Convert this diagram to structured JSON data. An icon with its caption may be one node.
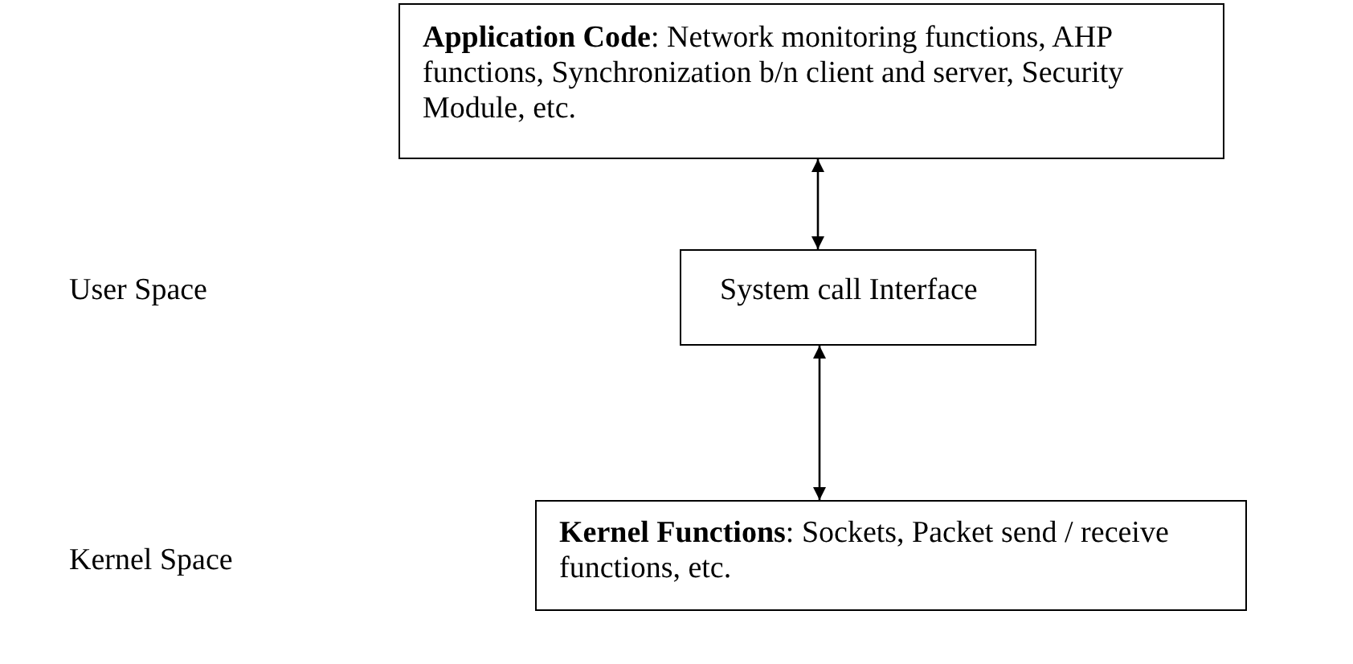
{
  "diagram": {
    "nodes": [
      {
        "text": [
          "**Application Code**: Network monitoring functions, AHP functions, Synchronization b/n client and server, Security Module, etc."
        ]
      },
      {
        "text": [
          "System call Interface"
        ]
      },
      {
        "text": [
          "**Kernel Functions**: Sockets, Packet send / receive functions, etc."
        ]
      }
    ],
    "edges": [
      {
        "from": 0,
        "to": 1,
        "arrow": "both"
      },
      {
        "from": 1,
        "to": 2,
        "arrow": "both"
      }
    ],
    "labels": [
      "User Space",
      "Kernel Space"
    ]
  }
}
